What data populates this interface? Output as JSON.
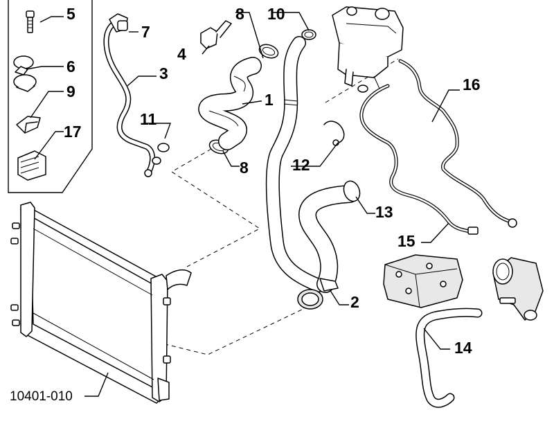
{
  "diagram": {
    "reference_code": "10401-010",
    "callouts": [
      {
        "id": "c1",
        "label": "1"
      },
      {
        "id": "c2",
        "label": "2"
      },
      {
        "id": "c3",
        "label": "3"
      },
      {
        "id": "c4",
        "label": "4"
      },
      {
        "id": "c5",
        "label": "5"
      },
      {
        "id": "c6",
        "label": "6"
      },
      {
        "id": "c7",
        "label": "7"
      },
      {
        "id": "c8a",
        "label": "8"
      },
      {
        "id": "c8b",
        "label": "8"
      },
      {
        "id": "c9",
        "label": "9"
      },
      {
        "id": "c10",
        "label": "10"
      },
      {
        "id": "c11",
        "label": "11"
      },
      {
        "id": "c12",
        "label": "12"
      },
      {
        "id": "c13",
        "label": "13"
      },
      {
        "id": "c14",
        "label": "14"
      },
      {
        "id": "c15",
        "label": "15"
      },
      {
        "id": "c16",
        "label": "16"
      },
      {
        "id": "c17",
        "label": "17"
      }
    ]
  }
}
